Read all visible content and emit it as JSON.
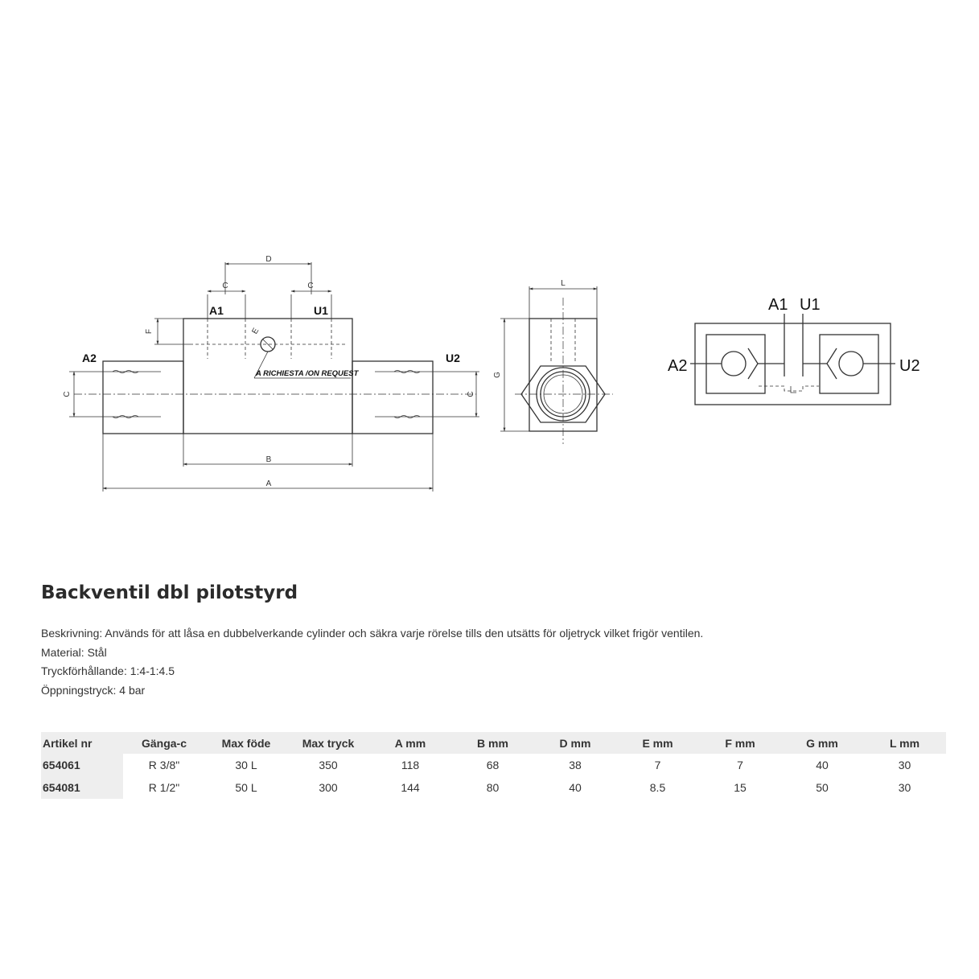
{
  "drawing": {
    "ports": {
      "a1": "A1",
      "u1": "U1",
      "a2": "A2",
      "u2": "U2"
    },
    "dims": {
      "d": "D",
      "c": "C",
      "f": "F",
      "e": "E",
      "b": "B",
      "a": "A",
      "g": "G",
      "l": "L"
    },
    "note": "A RICHIESTA /ON REQUEST"
  },
  "product": {
    "title": "Backventil dbl pilotstyrd",
    "description": [
      "Beskrivning: Används för att låsa en dubbelverkande cylinder och säkra varje rörelse tills den utsätts för oljetryck vilket frigör ventilen.",
      "Material: Stål",
      "Tryckförhållande: 1:4-1:4.5",
      "Öppningstryck: 4 bar"
    ]
  },
  "table": {
    "headers": [
      "Artikel nr",
      "Gänga-c",
      "Max föde",
      "Max tryck",
      "A mm",
      "B mm",
      "D mm",
      "E mm",
      "F mm",
      "G mm",
      "L mm"
    ],
    "rows": [
      [
        "654061",
        "R 3/8\"",
        "30 L",
        "350",
        "118",
        "68",
        "38",
        "7",
        "7",
        "40",
        "30"
      ],
      [
        "654081",
        "R 1/2\"",
        "50 L",
        "300",
        "144",
        "80",
        "40",
        "8.5",
        "15",
        "50",
        "30"
      ]
    ]
  }
}
